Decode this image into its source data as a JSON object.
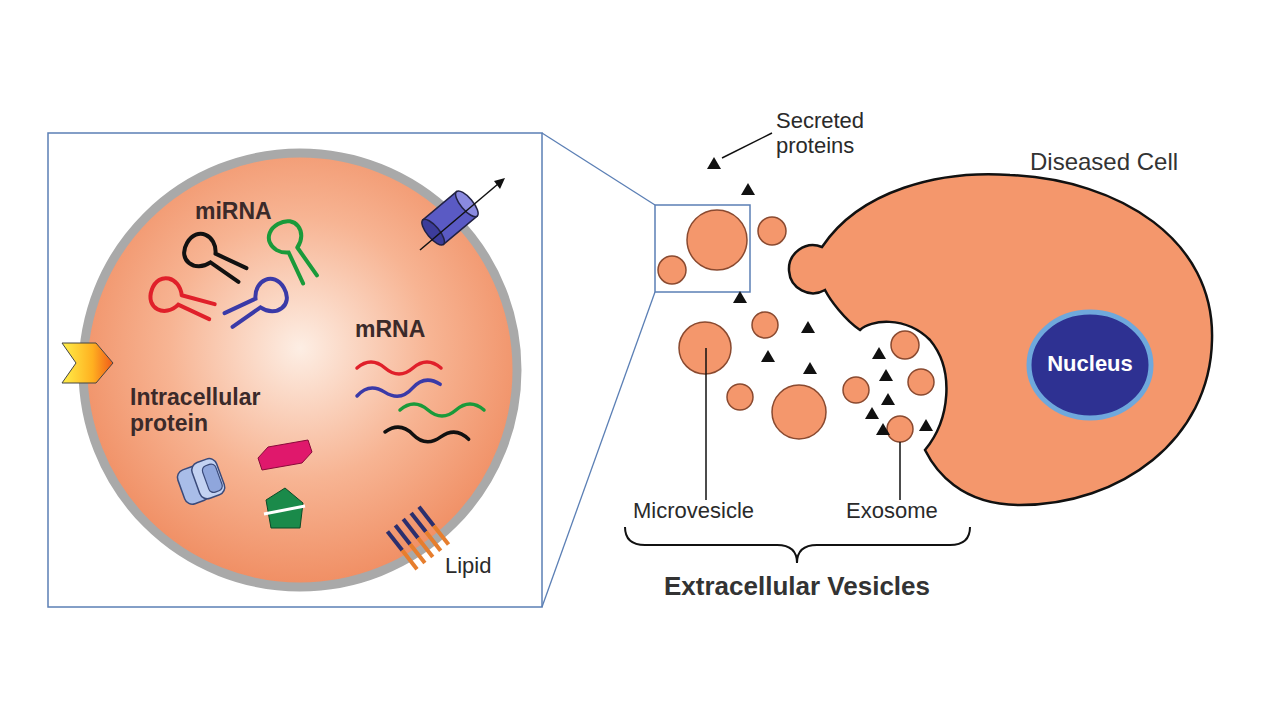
{
  "diagram": {
    "nodes": [
      {
        "text": [
          "miRNA",
          "mRNA",
          "Intracellular protein"
        ]
      },
      {
        "text": [
          "Diseased Cell"
        ]
      },
      {
        "text": [
          "Nucleus"
        ],
        "in": 1
      }
    ],
    "labels": [
      "Lipid",
      "Secreted proteins",
      "Microvesicle",
      "Exosome",
      "Extracellular Vesicles"
    ]
  }
}
